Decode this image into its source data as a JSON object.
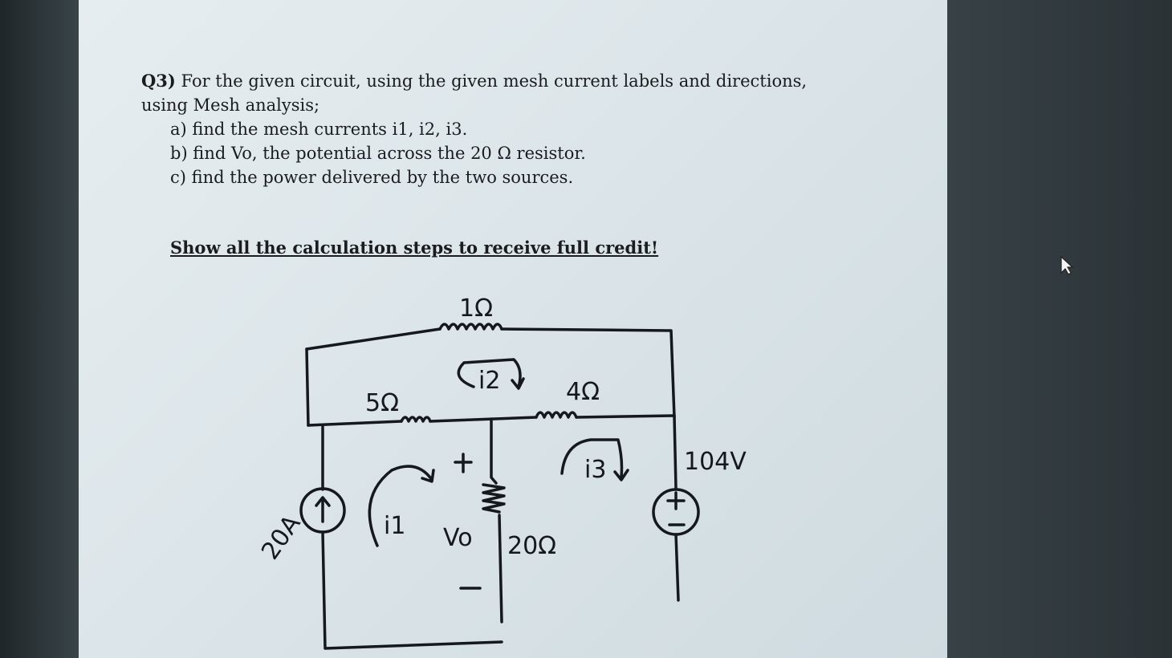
{
  "question": {
    "number": "Q3)",
    "line1": "For the given circuit, using the given mesh current labels and directions,",
    "line2": "using Mesh analysis;",
    "part_a": "a) find the mesh currents i1, i2, i3.",
    "part_b": "b) find Vo, the potential across the 20 Ω resistor.",
    "part_c": "c) find the power delivered by the two sources."
  },
  "notice": "Show all the calculation steps to receive full credit!",
  "circuit": {
    "r_top": "1Ω",
    "r_left": "5Ω",
    "r_right": "4Ω",
    "r_middle": "20Ω",
    "current_source": "20A",
    "voltage_source": "104V",
    "mesh_1": "i1",
    "mesh_2": "i2",
    "mesh_3": "i3",
    "vo": "Vo",
    "plus": "+",
    "minus": "−",
    "src_plus": "+",
    "src_minus": "−",
    "arrow": "↑"
  }
}
